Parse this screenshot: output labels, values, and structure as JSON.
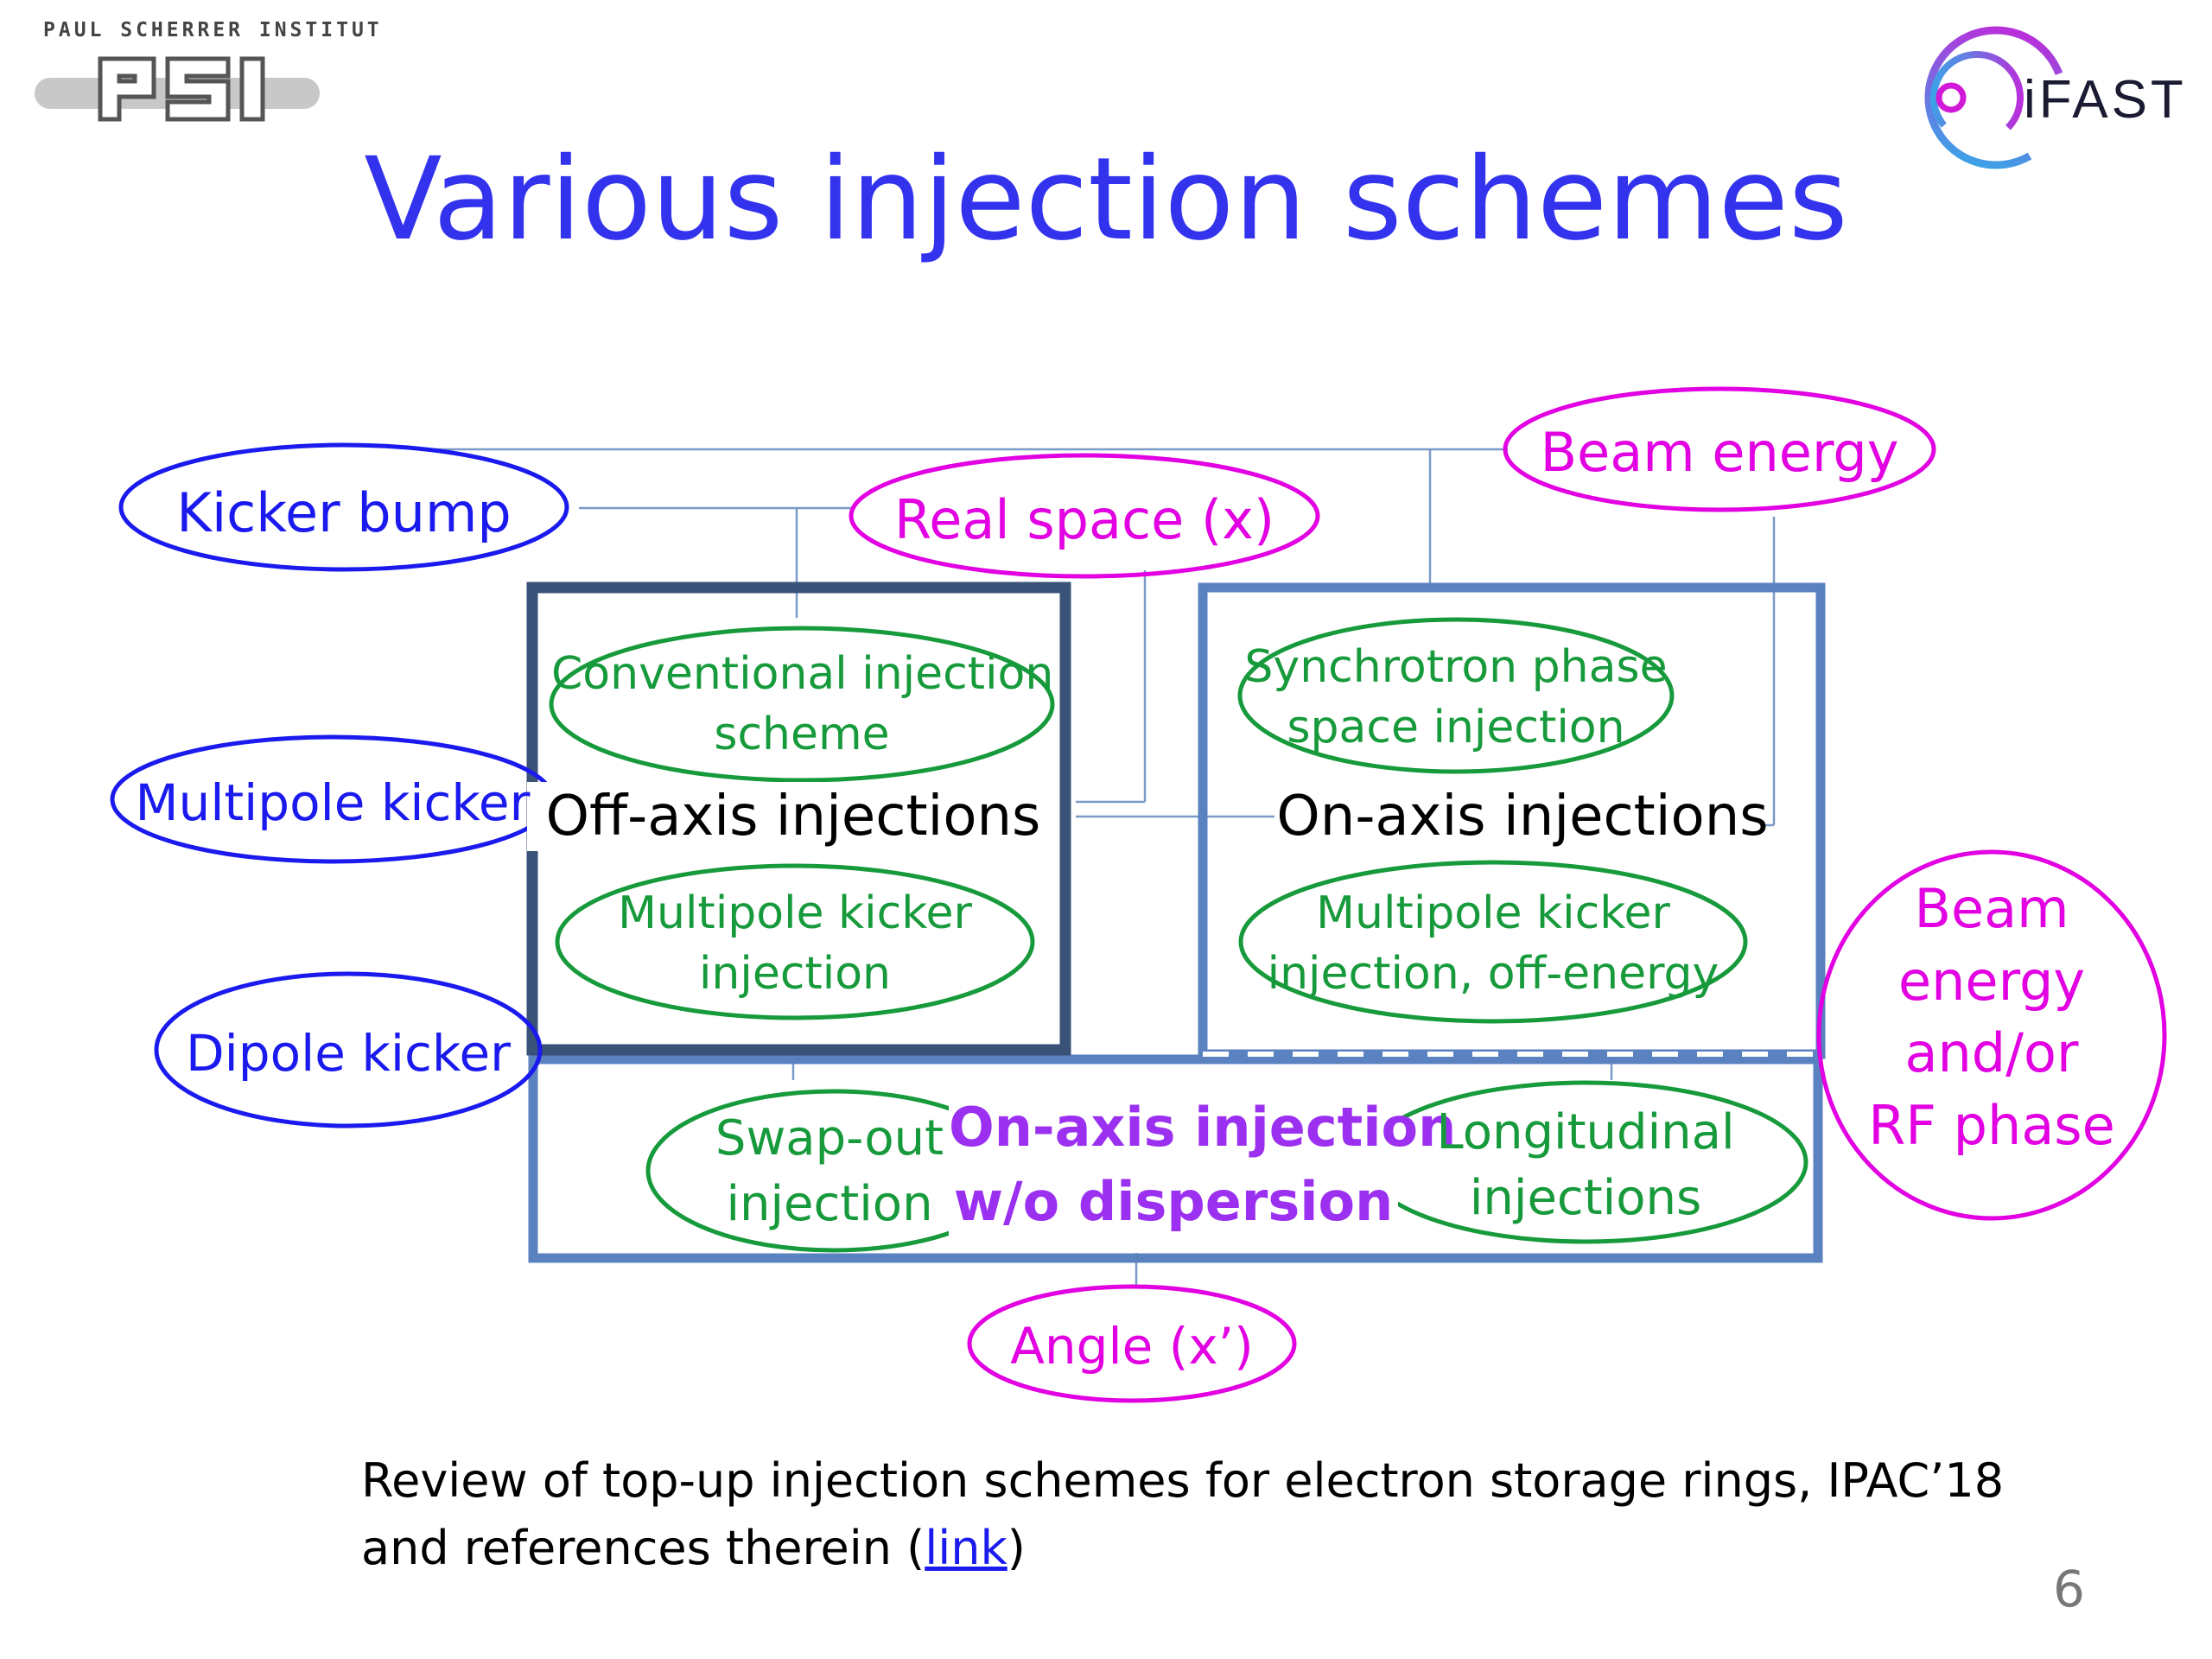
{
  "header": {
    "org_name": "PAUL SCHERRER INSTITUT",
    "org_logo_text": "PSI",
    "partner_logo_text": "iFAST"
  },
  "title": "Various injection schemes",
  "methods": {
    "kicker_bump": "Kicker bump",
    "multipole_kicker": "Multipole kicker",
    "dipole_kicker": "Dipole kicker"
  },
  "spaces": {
    "real_space": "Real space (x)",
    "beam_energy": "Beam energy",
    "angle": "Angle (x’)",
    "beam_energy_rf": [
      "Beam",
      "energy",
      "and/or",
      "RF phase"
    ]
  },
  "groups": {
    "off_axis": {
      "label": "Off-axis injections",
      "schemes": [
        [
          "Conventional injection",
          "scheme"
        ],
        [
          "Multipole kicker",
          "injection"
        ]
      ]
    },
    "on_axis": {
      "label": "On-axis injections",
      "schemes": [
        [
          "Synchrotron phase",
          "space injection"
        ],
        [
          "Multipole kicker",
          "injection, off-energy"
        ]
      ]
    },
    "on_axis_no_dispersion": {
      "label": [
        "On-axis injection",
        "w/o dispersion"
      ],
      "schemes": [
        [
          "Swap-out",
          "injection"
        ],
        [
          "Longitudinal",
          "injections"
        ]
      ]
    }
  },
  "reference": {
    "line1": "Review of top-up injection schemes for electron storage rings, IPAC’18",
    "line2_prefix": "and references therein (",
    "link_text": "link",
    "line2_suffix": ")"
  },
  "page_number": "6",
  "colors": {
    "title": "#3333ee",
    "method": "#1a1aee",
    "space": "#e200e2",
    "scheme": "#179a3b",
    "emphasis": "#9b30f0",
    "box_dark": "#3a5278",
    "box_light": "#5a82c0",
    "connector": "#7a9ac8"
  }
}
